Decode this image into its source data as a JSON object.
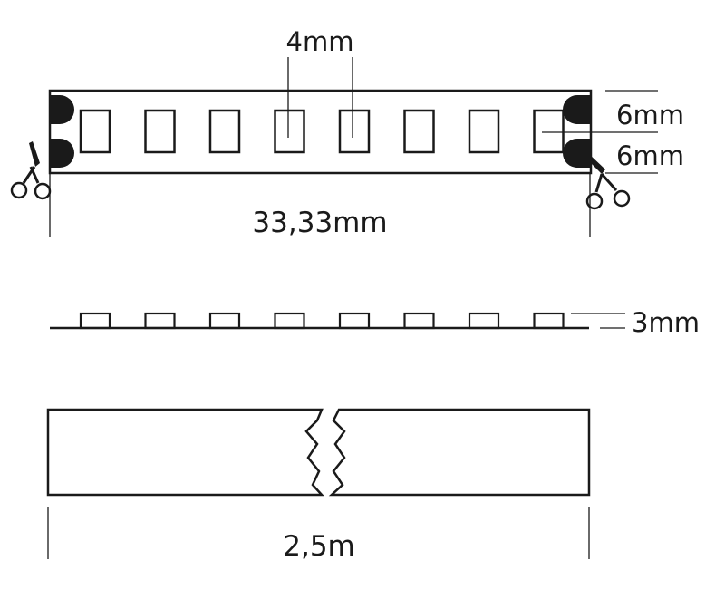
{
  "labels": {
    "led_width": "4mm",
    "pad_offset_top": "6mm",
    "pad_offset_bottom": "6mm",
    "cut_length": "33,33mm",
    "led_height": "3mm",
    "total_length": "2,5m"
  },
  "strip": {
    "leds_per_segment": 8
  },
  "colors": {
    "line": "#1a1a1a",
    "pad": "#1a1a1a",
    "background": "#ffffff"
  }
}
